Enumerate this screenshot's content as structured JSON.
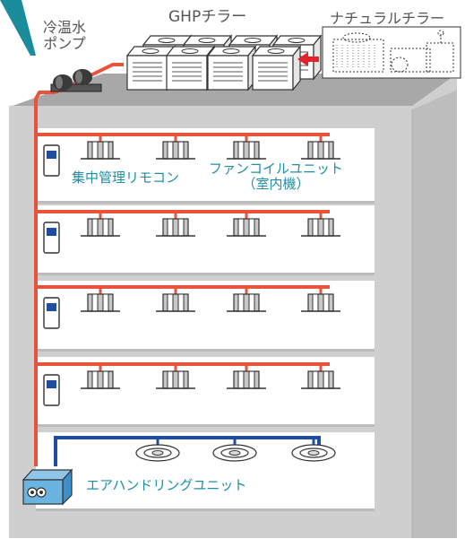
{
  "labels": {
    "pump": "冷温水\nポンプ",
    "ghp": "GHPチラー",
    "natural": "ナチュラルチラー",
    "remote": "集中管理リモコン",
    "fancoil": "ファンコイルユニット\n（室内機）",
    "ahu": "エアハンドリングユニット"
  },
  "colors": {
    "pipe_red": "#e8533a",
    "pipe_blue": "#1f4ea0",
    "building_front": "#cfcfcf",
    "building_side": "#bdbdbd",
    "roof": "#a8a8a8",
    "label_teal": "#1e8fa6",
    "arrow_red": "#e8222a"
  },
  "icons": [
    "chiller-unit-icon",
    "pump-icon",
    "fan-coil-unit-icon",
    "remote-controller-icon",
    "air-handling-unit-icon",
    "ceiling-diffuser-icon",
    "arrow-left-icon"
  ]
}
